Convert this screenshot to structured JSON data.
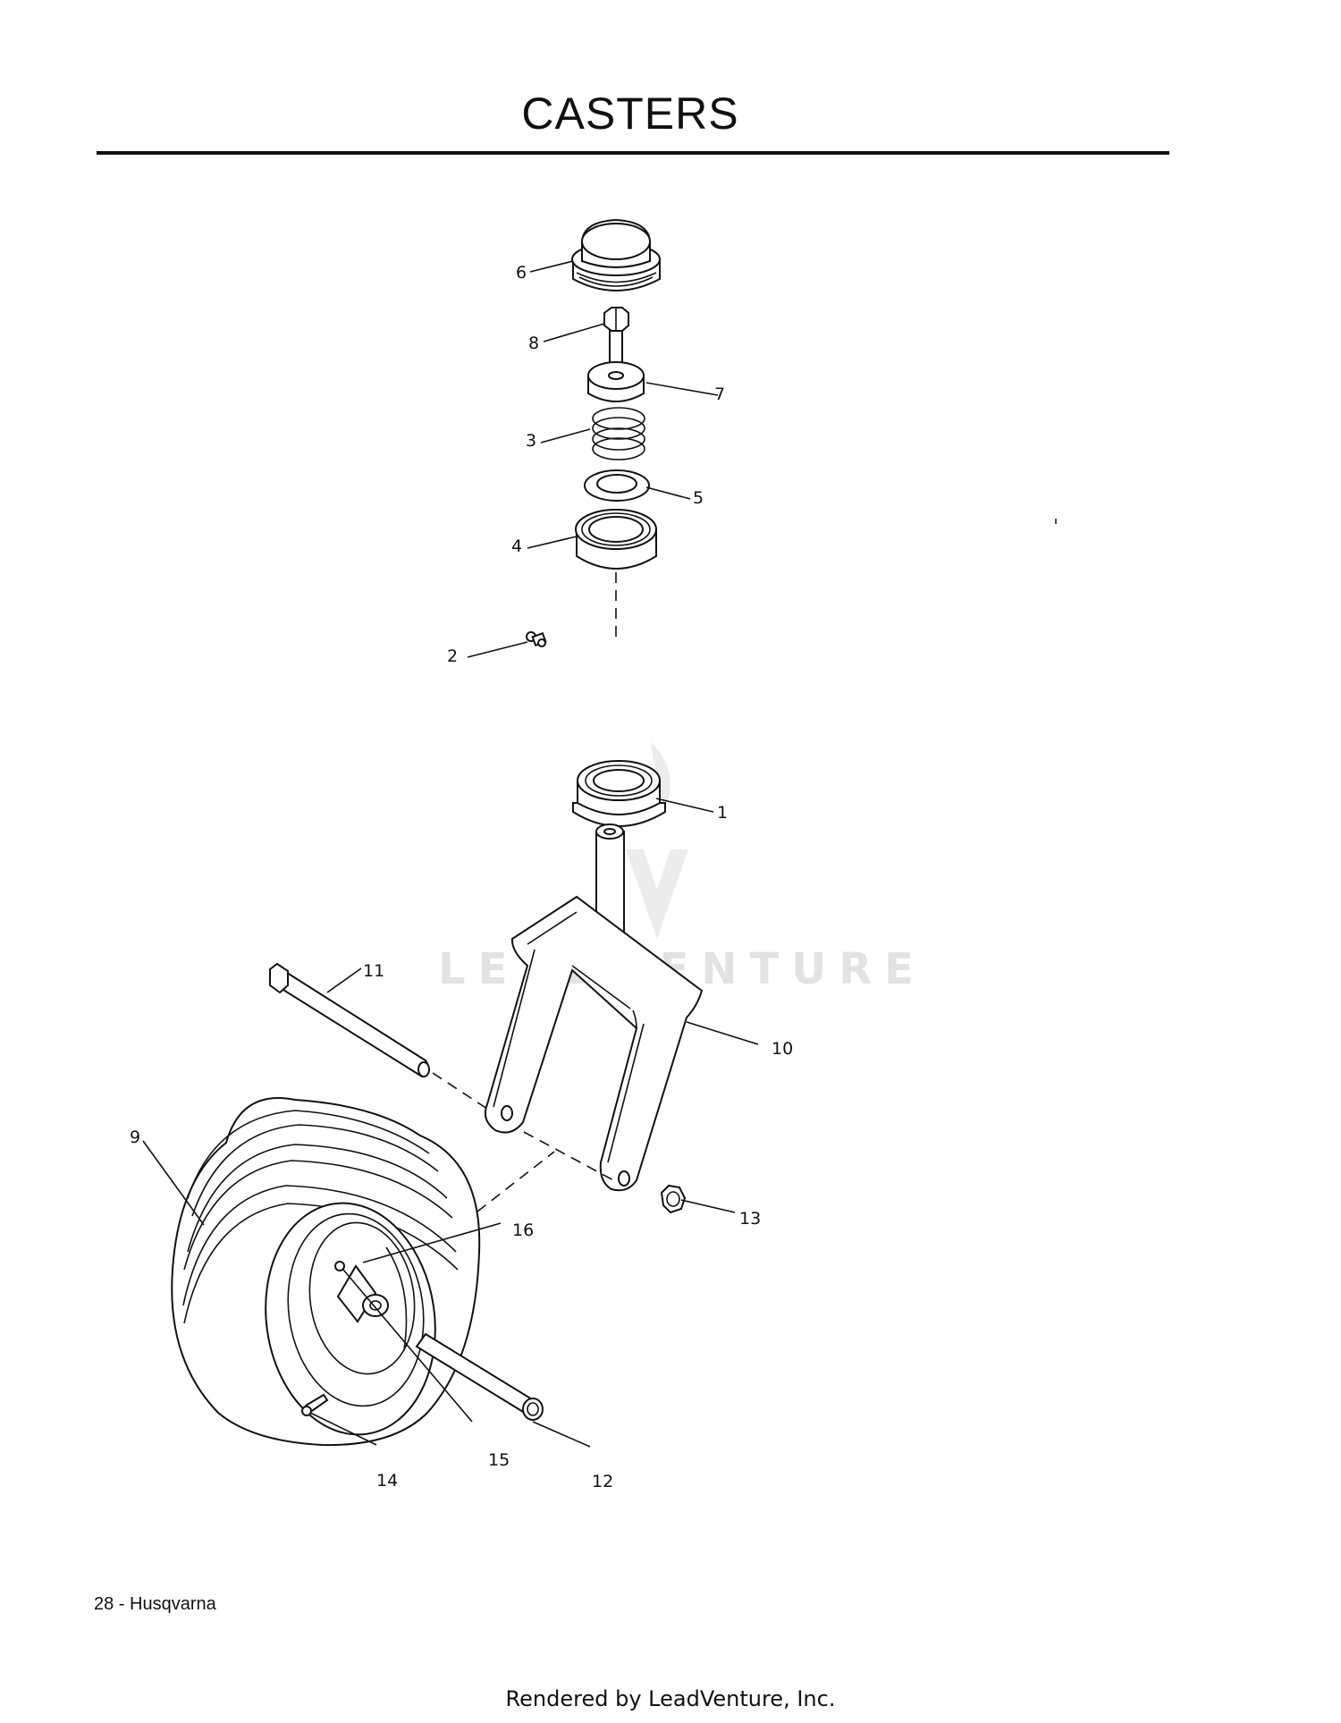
{
  "page": {
    "title": "CASTERS",
    "footer_left": "28 - Husqvarna",
    "footer_render": "Rendered by LeadVenture, Inc."
  },
  "watermark": {
    "text": "LEADVENTURE"
  },
  "callouts": {
    "c1": "1",
    "c2": "2",
    "c3": "3",
    "c4": "4",
    "c5": "5",
    "c6": "6",
    "c7": "7",
    "c8": "8",
    "c9": "9",
    "c10": "10",
    "c11": "11",
    "c12": "12",
    "c13": "13",
    "c14": "14",
    "c15": "15",
    "c16": "16"
  }
}
